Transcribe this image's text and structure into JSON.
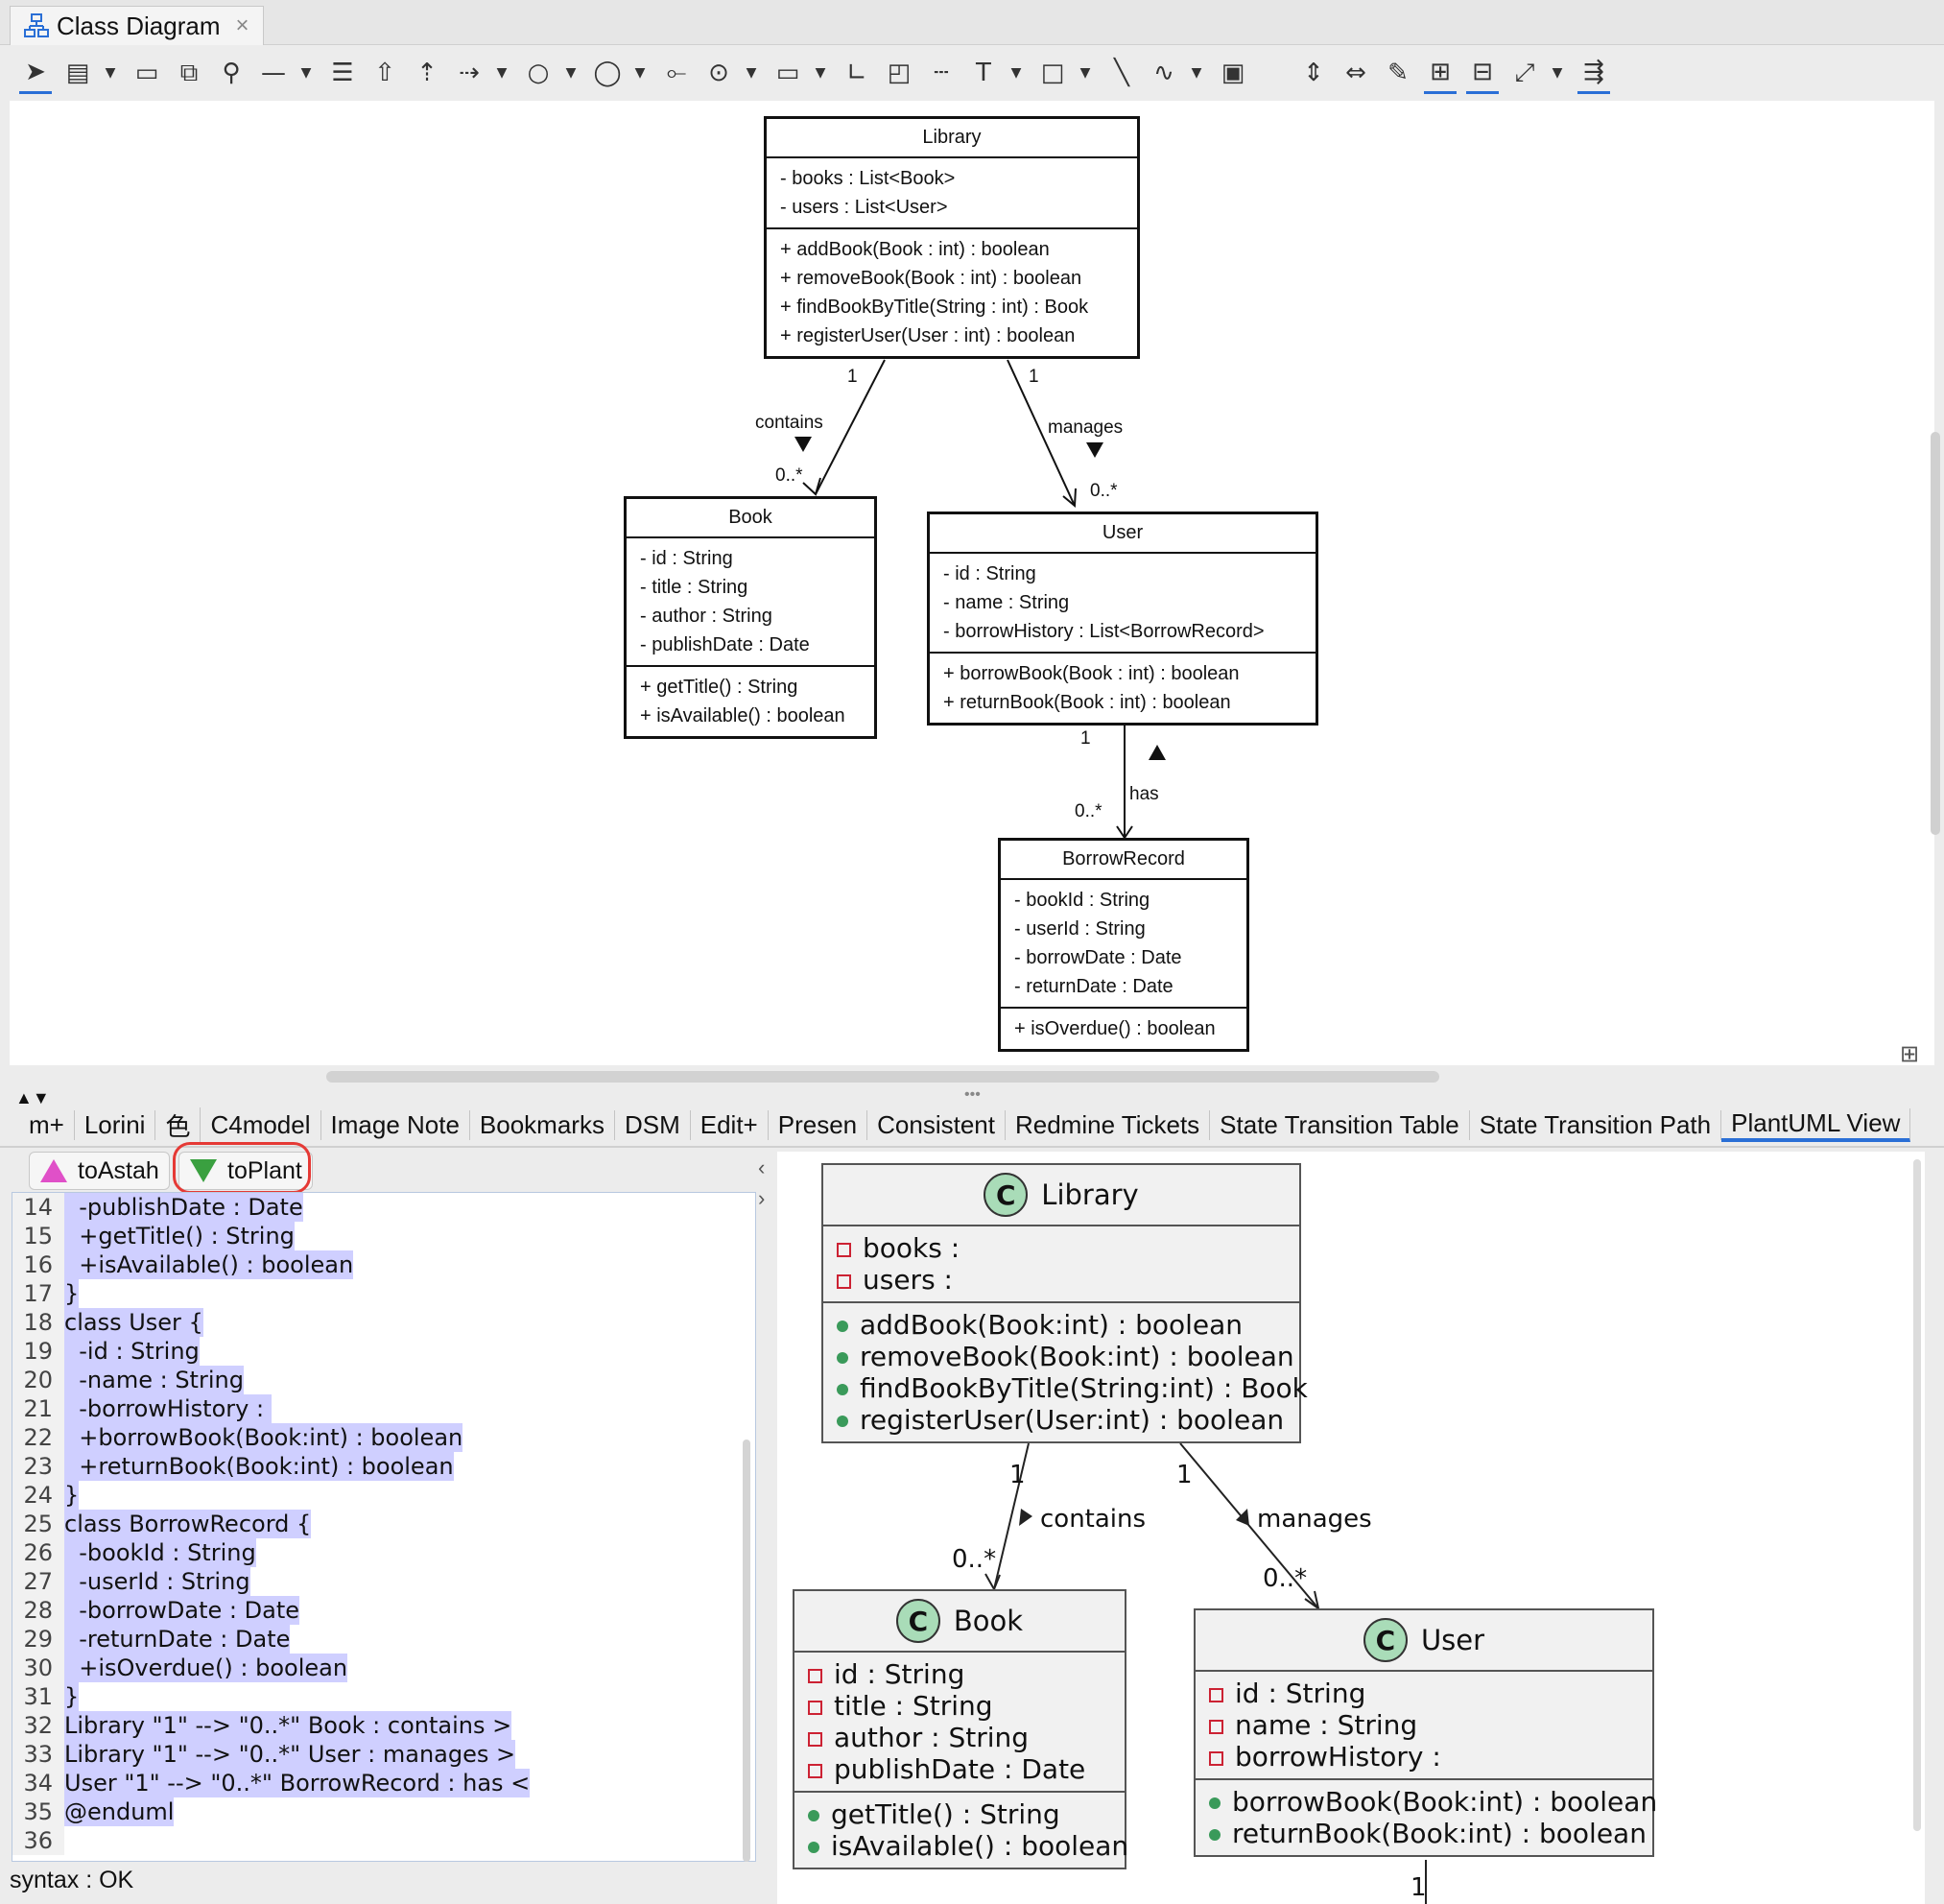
{
  "window": {
    "tab_title": "Class Diagram",
    "tab_close": "×"
  },
  "toolbar": {
    "tools": [
      "select-icon",
      "class-icon",
      "package-icon",
      "subsystem-icon",
      "pin-icon",
      "association-icon",
      "aggregation-icon",
      "generalization-icon",
      "realization-icon",
      "dependency-icon",
      "interface-icon",
      "component-icon",
      "required-interface-icon",
      "provided-interface-icon",
      "port-icon",
      "containment-icon",
      "note-icon",
      "note-anchor-icon",
      "text-icon",
      "rectangle-icon",
      "line-icon",
      "freehand-icon",
      "image-icon",
      "align-vertical-icon",
      "align-horizontal-icon",
      "pin-tool-icon",
      "expand-icon",
      "fit-icon",
      "line-style-icon",
      "auto-layout-icon"
    ]
  },
  "diagram": {
    "library": {
      "name": "Library",
      "attributes": [
        "- books : List<Book>",
        "- users : List<User>"
      ],
      "operations": [
        "+ addBook(Book : int) : boolean",
        "+ removeBook(Book : int) : boolean",
        "+ findBookByTitle(String : int) : Book",
        "+ registerUser(User : int) : boolean"
      ]
    },
    "book": {
      "name": "Book",
      "attributes": [
        "- id : String",
        "- title : String",
        "- author : String",
        "- publishDate : Date"
      ],
      "operations": [
        "+ getTitle() : String",
        "+ isAvailable() : boolean"
      ]
    },
    "user": {
      "name": "User",
      "attributes": [
        "- id : String",
        "- name : String",
        "- borrowHistory : List<BorrowRecord>"
      ],
      "operations": [
        "+ borrowBook(Book : int) : boolean",
        "+ returnBook(Book : int) : boolean"
      ]
    },
    "borrowrecord": {
      "name": "BorrowRecord",
      "attributes": [
        "- bookId : String",
        "- userId : String",
        "- borrowDate : Date",
        "- returnDate : Date"
      ],
      "operations": [
        "+ isOverdue() : boolean"
      ]
    },
    "assoc": {
      "contains": "contains",
      "manages": "manages",
      "has": "has",
      "one": "1",
      "many": "0..*"
    }
  },
  "panel_tabs": [
    "m+",
    "Lorini",
    "色",
    "C4model",
    "Image Note",
    "Bookmarks",
    "DSM",
    "Edit+",
    "Presen",
    "Consistent",
    "Redmine Tickets",
    "State Transition Table",
    "State Transition Path",
    "PlantUML View"
  ],
  "buttons": {
    "to_astah": "toAstah",
    "to_plant": "toPlant"
  },
  "editor": {
    "lines": [
      {
        "n": "14",
        "t": "  -publishDate : Date"
      },
      {
        "n": "15",
        "t": "  +getTitle() : String"
      },
      {
        "n": "16",
        "t": "  +isAvailable() : boolean"
      },
      {
        "n": "17",
        "t": "}"
      },
      {
        "n": "18",
        "t": "class User {"
      },
      {
        "n": "19",
        "t": "  -id : String"
      },
      {
        "n": "20",
        "t": "  -name : String"
      },
      {
        "n": "21",
        "t": "  -borrowHistory : "
      },
      {
        "n": "22",
        "t": "  +borrowBook(Book:int) : boolean"
      },
      {
        "n": "23",
        "t": "  +returnBook(Book:int) : boolean"
      },
      {
        "n": "24",
        "t": "}"
      },
      {
        "n": "25",
        "t": "class BorrowRecord {"
      },
      {
        "n": "26",
        "t": "  -bookId : String"
      },
      {
        "n": "27",
        "t": "  -userId : String"
      },
      {
        "n": "28",
        "t": "  -borrowDate : Date"
      },
      {
        "n": "29",
        "t": "  -returnDate : Date"
      },
      {
        "n": "30",
        "t": "  +isOverdue() : boolean"
      },
      {
        "n": "31",
        "t": "}"
      },
      {
        "n": "32",
        "t": "Library \"1\" --> \"0..*\" Book : contains >"
      },
      {
        "n": "33",
        "t": "Library \"1\" --> \"0..*\" User : manages >"
      },
      {
        "n": "34",
        "t": "User \"1\" --> \"0..*\" BorrowRecord : has <"
      },
      {
        "n": "35",
        "t": "@enduml"
      },
      {
        "n": "36",
        "t": ""
      }
    ]
  },
  "status": "syntax : OK",
  "plantuml": {
    "badge": "C",
    "library": {
      "name": "Library",
      "attributes": [
        "books :",
        "users :"
      ],
      "operations": [
        "addBook(Book:int) : boolean",
        "removeBook(Book:int) : boolean",
        "findBookByTitle(String:int) : Book",
        "registerUser(User:int) : boolean"
      ]
    },
    "book": {
      "name": "Book",
      "attributes": [
        "id : String",
        "title : String",
        "author : String",
        "publishDate : Date"
      ],
      "operations": [
        "getTitle() : String",
        "isAvailable() : boolean"
      ]
    },
    "user": {
      "name": "User",
      "attributes": [
        "id : String",
        "name : String",
        "borrowHistory :"
      ],
      "operations": [
        "borrowBook(Book:int) : boolean",
        "returnBook(Book:int) : boolean"
      ]
    },
    "contains": "contains",
    "manages": "manages",
    "one": "1",
    "many": "0..*"
  },
  "colors": {
    "accent": "#2a6fd6",
    "highlight": "#cfcfff",
    "plant_badge": "#a9dcb8",
    "callout": "#e53935"
  }
}
